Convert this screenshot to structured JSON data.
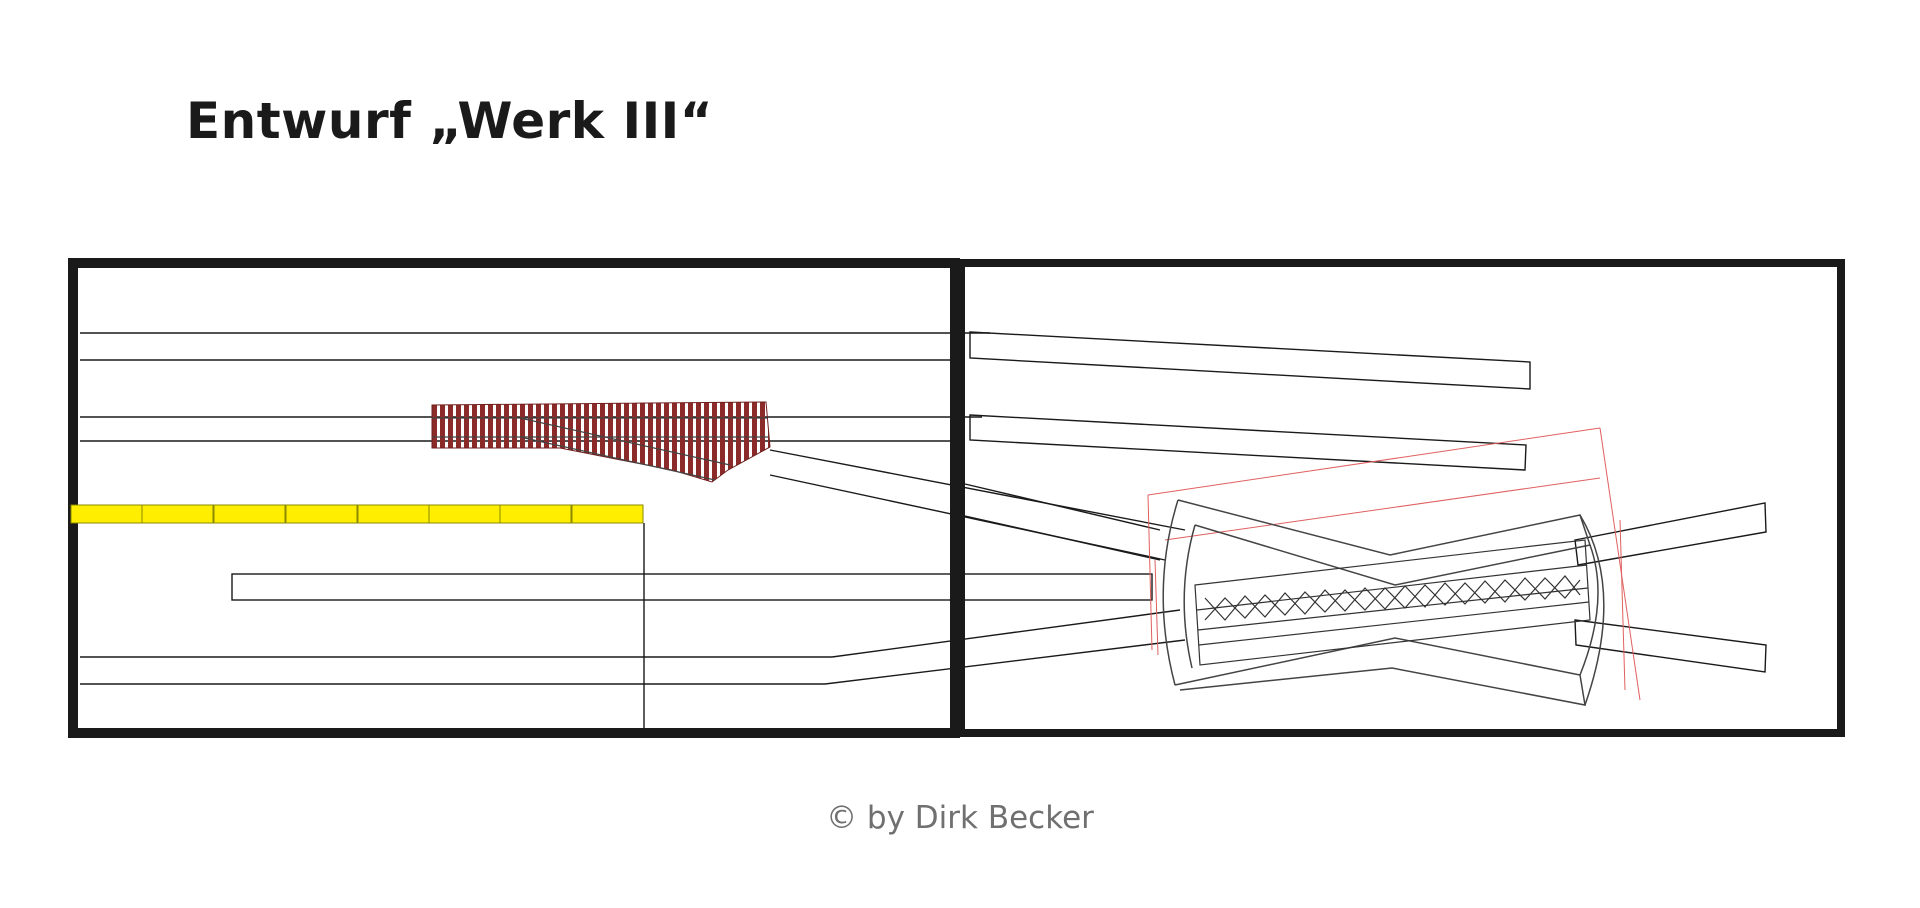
{
  "title": "Entwurf „Werk III“",
  "copyright": "© by Dirk Becker",
  "colors": {
    "frame": "#1a1a1a",
    "track": "#1a1a1a",
    "platform": "#ffee00",
    "turnout": "#8b2a28",
    "turntable_dimension": "#e06060"
  },
  "icons": {
    "platform": "yellow-platform-segments",
    "turnout": "red-turnout-model",
    "turntable": "bridge-turntable-drawing"
  }
}
